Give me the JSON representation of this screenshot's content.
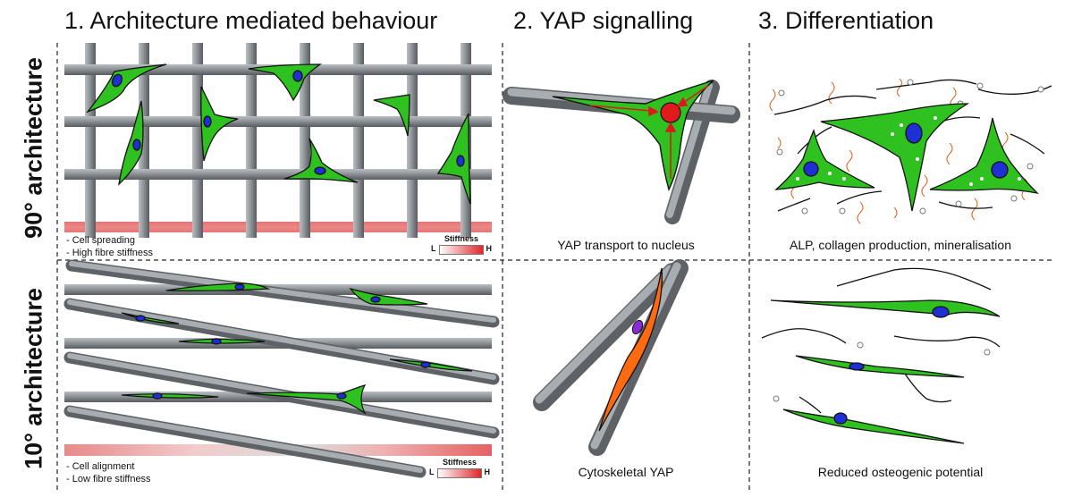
{
  "columns": [
    {
      "title": "1. Architecture mediated behaviour"
    },
    {
      "title": "2. YAP signalling"
    },
    {
      "title": "3. Differentiation"
    }
  ],
  "rows": [
    {
      "label": "90° architecture",
      "notes": [
        "- Cell spreading",
        "- High fibre stiffness"
      ],
      "yap_caption": "YAP transport to nucleus",
      "diff_caption": "ALP, collagen production, mineralisation"
    },
    {
      "label": "10° architecture",
      "notes": [
        "- Cell alignment",
        "- Low fibre stiffness"
      ],
      "yap_caption": "Cytoskeletal YAP",
      "diff_caption": "Reduced osteogenic potential"
    }
  ],
  "legend": {
    "title": "Stiffness",
    "low": "L",
    "high": "H"
  },
  "colors": {
    "cell": "#2fc11f",
    "nucleus": "#1f2fd6",
    "fibre": "#8c9196",
    "yap_nucleus": "#e01b1b",
    "yap_cytoskeleton": "#ff6a10",
    "collagen": "#e06a2a",
    "stiffness_high": "#e0262b"
  }
}
